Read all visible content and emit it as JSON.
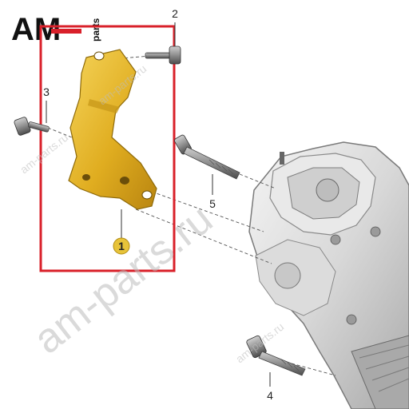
{
  "logo": {
    "main": "AM",
    "side": "parts"
  },
  "watermarks": [
    "am-parts.ru",
    "am-parts.ru",
    "am-parts.ru",
    "am-parts.ru"
  ],
  "callouts": {
    "part1": "1",
    "part2": "2",
    "part3": "3",
    "part4": "4",
    "part5": "5"
  },
  "colors": {
    "highlight_frame": "#d9202a",
    "bracket": "#e3b62c",
    "badge": "#e7c33a",
    "line": "#555555",
    "logo": "#111111",
    "logo_accent": "#d9202a"
  }
}
